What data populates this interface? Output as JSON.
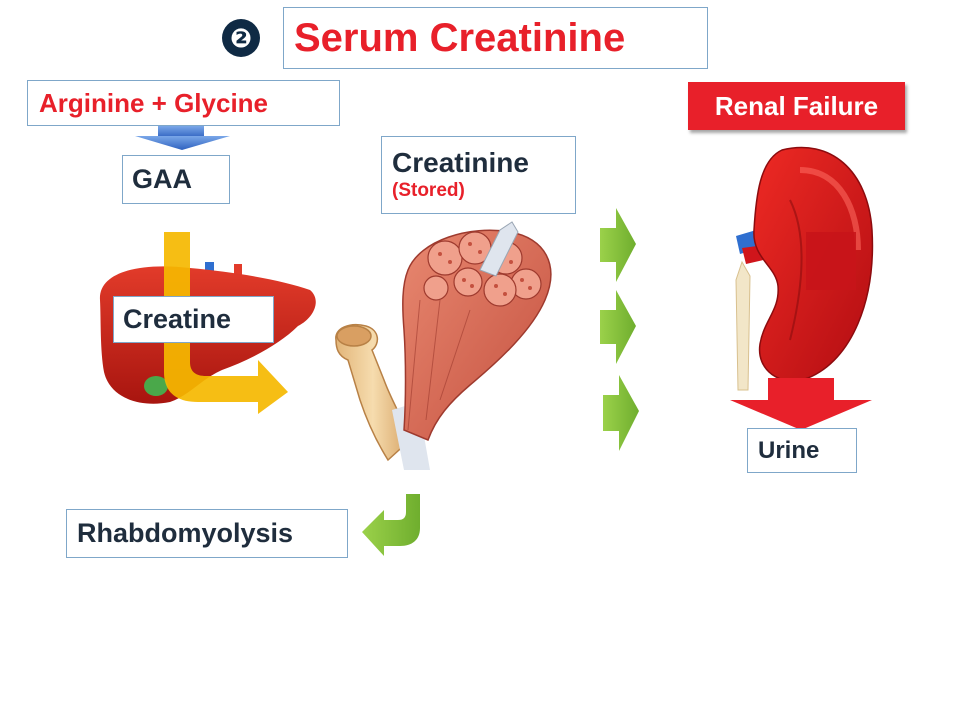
{
  "badge": "❷",
  "title": "Serum Creatinine",
  "precursor_label": "Arginine + Glycine",
  "gaa_label": "GAA",
  "creatine_label": "Creatine",
  "creatinine": {
    "label": "Creatinine",
    "note": "(Stored)"
  },
  "renal_failure_label": "Renal Failure",
  "urine_label": "Urine",
  "rhabdo_label": "Rhabdomyolysis",
  "colors": {
    "title_red": "#e8202a",
    "label_dark": "#1f2d3d",
    "badge_navy": "#0f2a44",
    "box_border": "#7fa7c9",
    "arrow_green": "#8cc63f",
    "arrow_yellow": "#f5b800",
    "arrow_blue": "#4a7fd0",
    "organ_red": "#d0151b"
  },
  "icons": [
    "liver-icon",
    "muscle-icon",
    "kidney-icon",
    "down-arrow-icon",
    "green-arrow-icon",
    "turn-arrow-icon"
  ]
}
